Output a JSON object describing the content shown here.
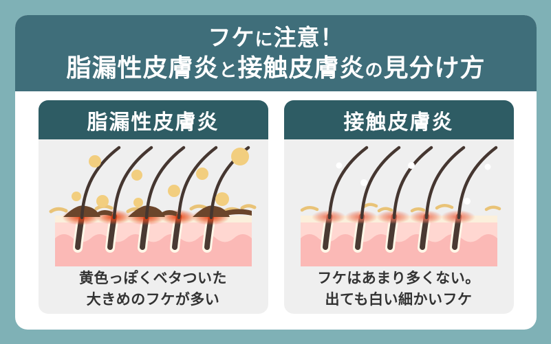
{
  "infographic": {
    "title": {
      "line1_main": "フケ",
      "line1_particle": "に",
      "line1_rest": "注意！",
      "line2_term1": "脂漏性皮膚炎",
      "line2_particle1": "と",
      "line2_term2": "接触皮膚炎",
      "line2_particle2": "の",
      "line2_rest": "見分け方"
    },
    "panels": {
      "left": {
        "header": "脂漏性皮膚炎",
        "caption_line1": "黄色っぽくベタついた",
        "caption_line2": "大きめのフケが多い",
        "illustration_icon": "seborrheic-scalp-illustration"
      },
      "right": {
        "header": "接触皮膚炎",
        "caption_line1": "フケはあまり多くない。",
        "caption_line2": "出ても白い細かいフケ",
        "illustration_icon": "contact-scalp-illustration"
      }
    },
    "colors": {
      "background": "#7FB1B6",
      "card": "#FFFFFF",
      "main_header": "#3F6E7A",
      "panel_header": "#2E5C64",
      "panel_body": "#EFEFEF",
      "heading_text": "#FFFFFF",
      "caption_text": "#333333",
      "skin_cream": "#FBF0DC",
      "skin_light_pink": "#FFD7D1",
      "skin_pink": "#FBB9B6",
      "hair": "#453630",
      "follicle_outline": "#FFF7E8",
      "sebum_flake_yellow": "#F2CE7F",
      "sebum_crust_brown": "#6B452B",
      "crust_tan": "#E9C377",
      "inflammation_strong_red": "#E23708",
      "inflammation_mild_red": "#E66046",
      "white_flake": "#FFFFFF"
    }
  }
}
